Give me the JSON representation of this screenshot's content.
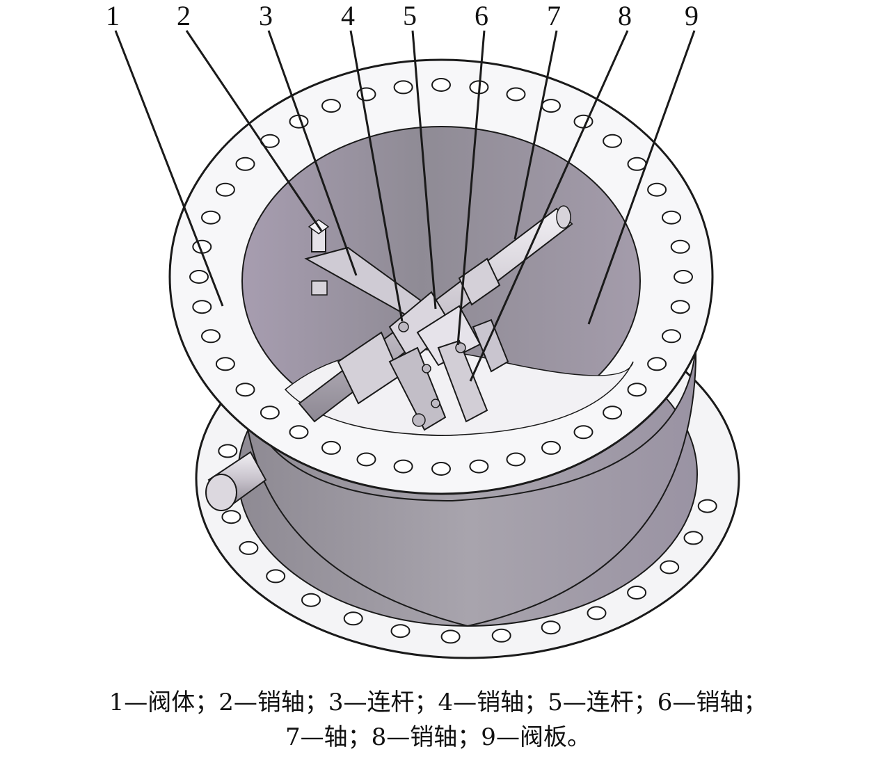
{
  "labels": [
    "1",
    "2",
    "3",
    "4",
    "5",
    "6",
    "7",
    "8",
    "9"
  ],
  "caption": {
    "line1": "1—阀体；2—销轴；3—连杆；4—销轴；5—连杆；6—销轴；",
    "line2": "7—轴；8—销轴；9—阀板。"
  },
  "colors": {
    "interior": "#9a92a4",
    "interior_light": "#c9c3cf",
    "metal": "#b9b6bd",
    "outline": "#1a1a1a"
  }
}
